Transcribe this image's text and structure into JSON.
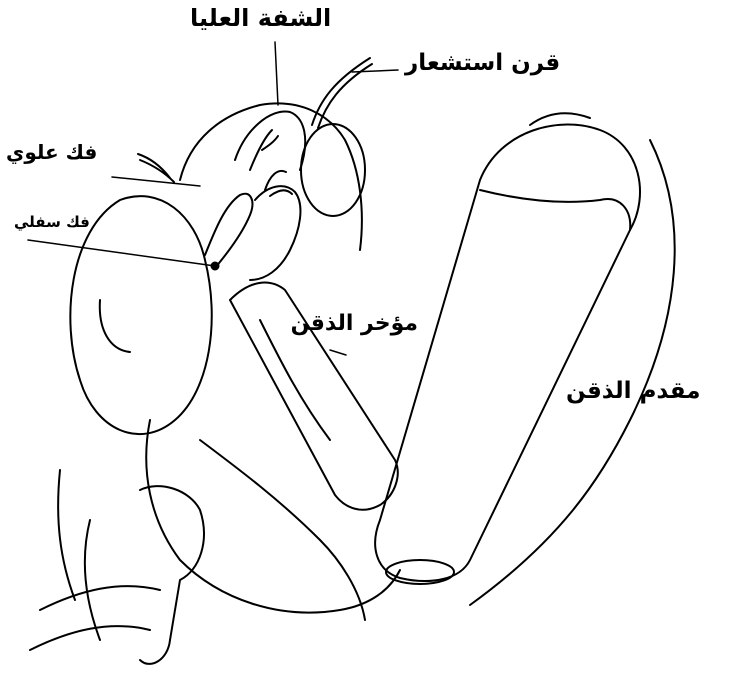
{
  "labels": {
    "labrum": "الشفة العليا",
    "antenna": "قرن استشعار",
    "maxilla": "فك علوي",
    "mandible": "فك سفلي",
    "postmentum": "مؤخر الذقن",
    "prementum": "مقدم الذقن"
  },
  "colors": {
    "ink": "#000000",
    "paper": "#ffffff"
  }
}
